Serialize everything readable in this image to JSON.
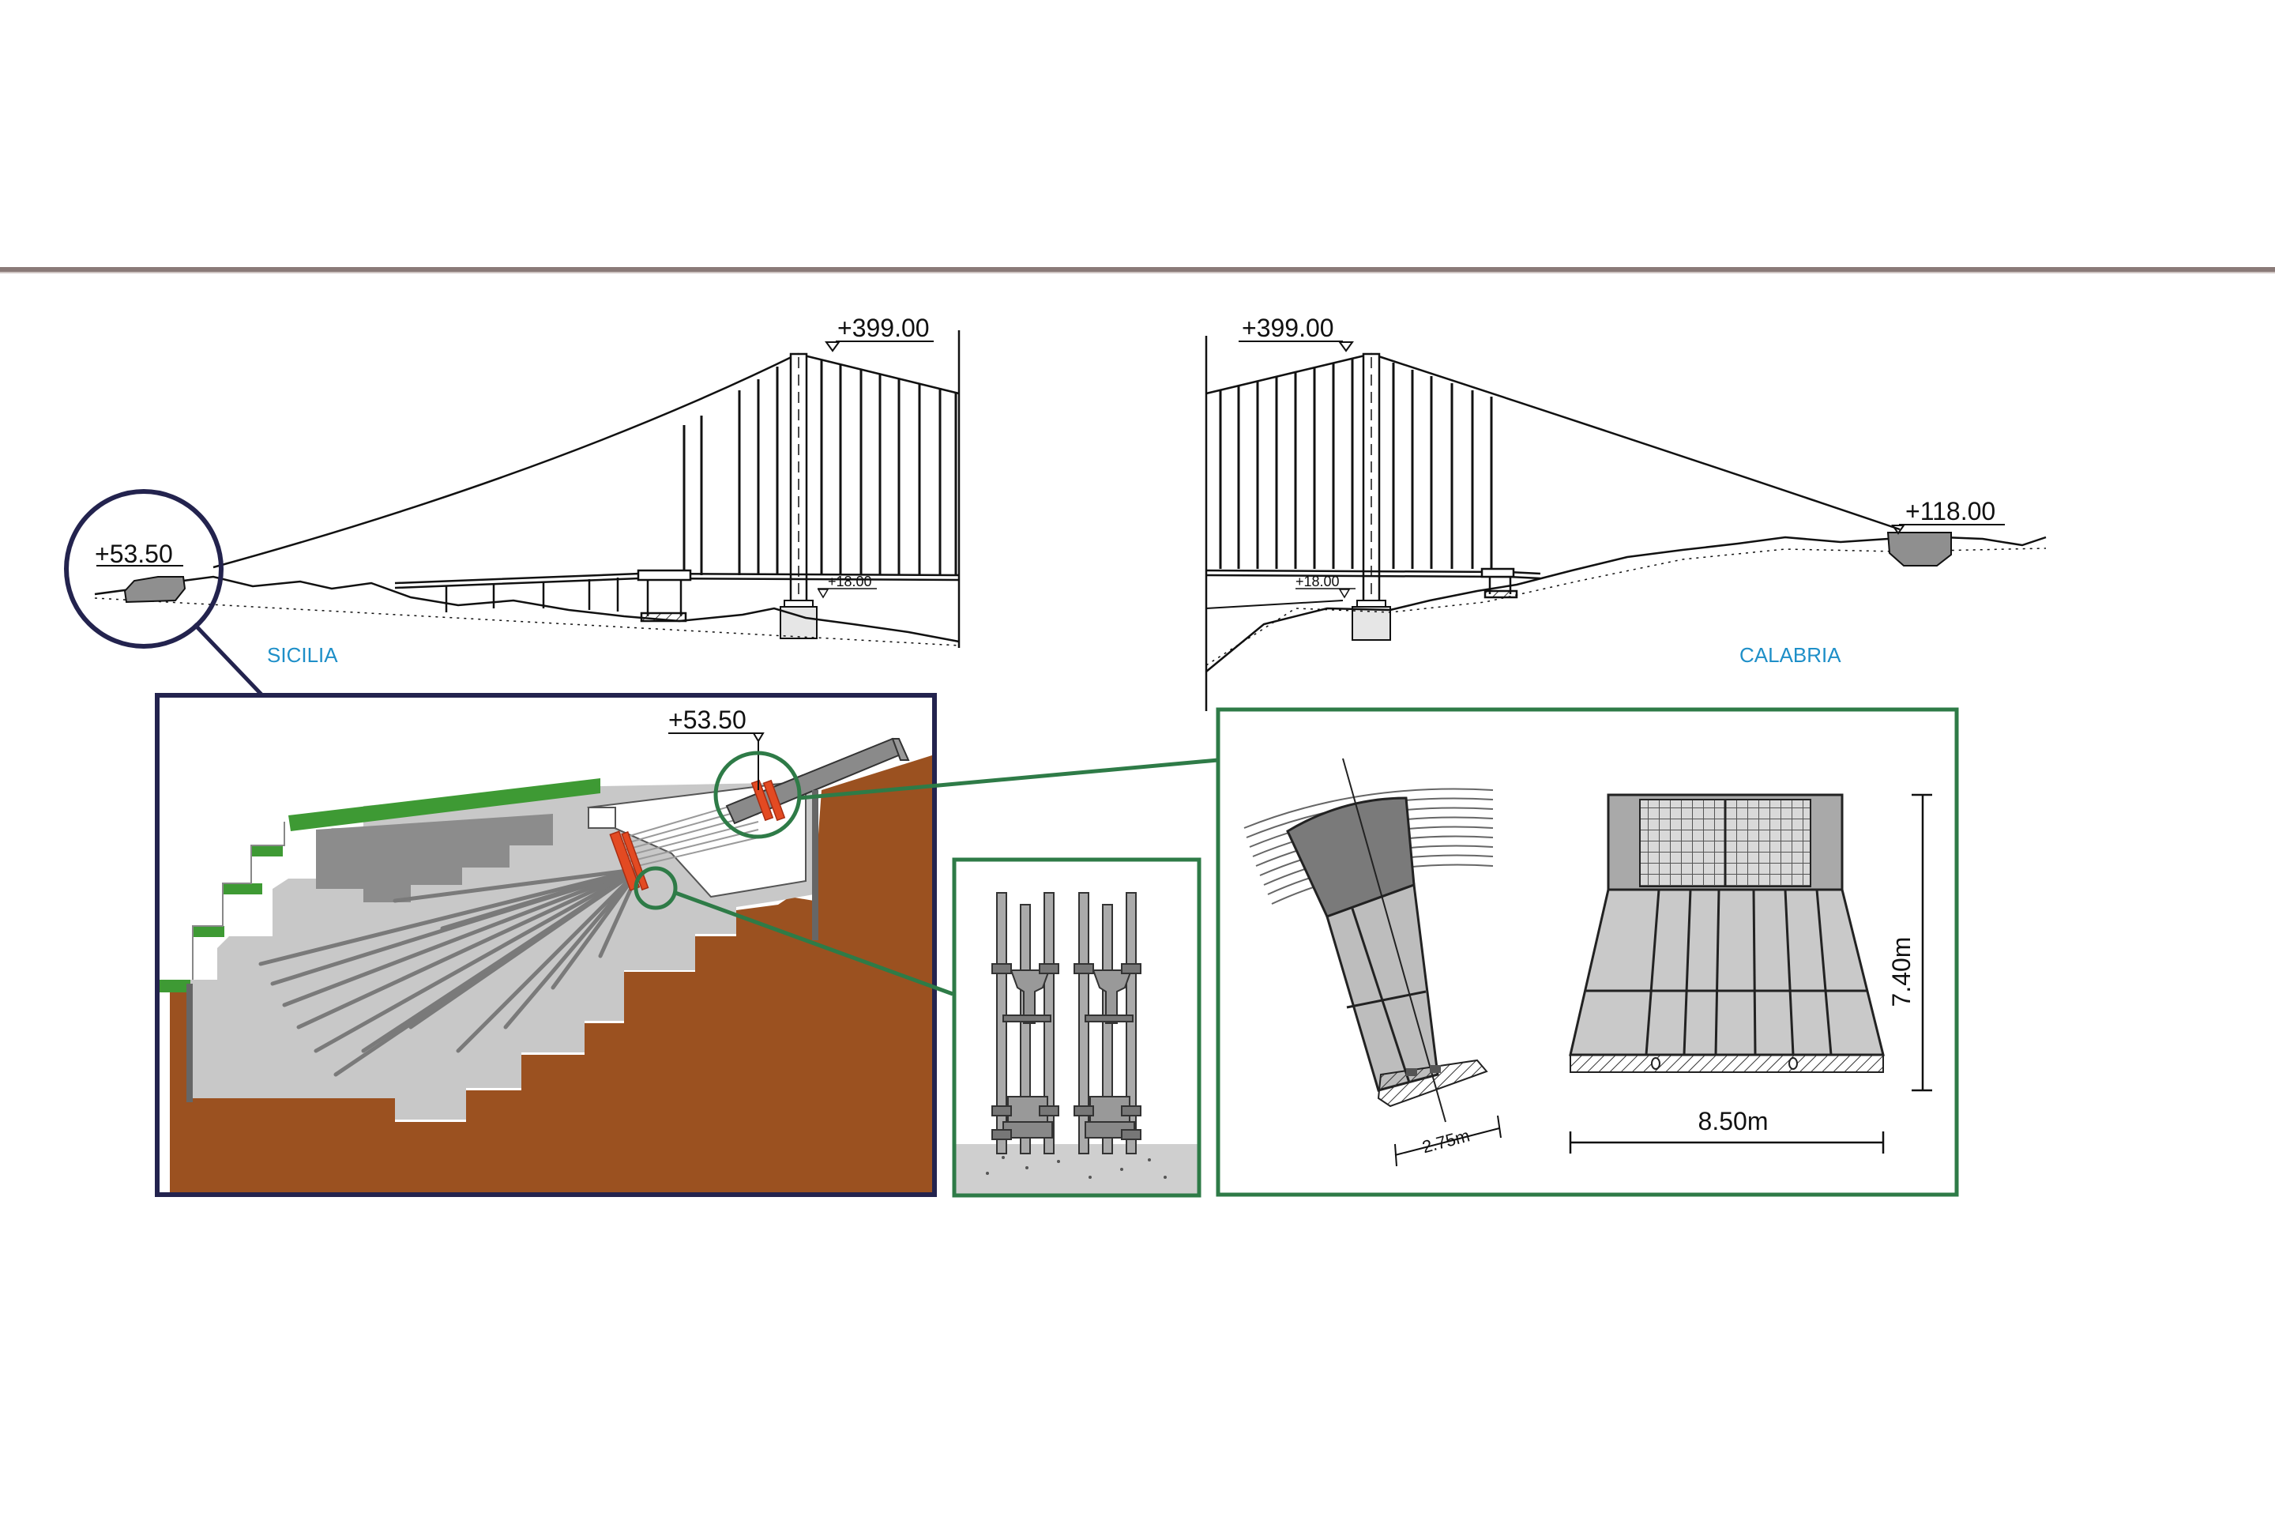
{
  "elevations": {
    "sicilia_anchor": "+53.50",
    "sicilia_tower_top": "+399.00",
    "sicilia_deck": "+18.00",
    "calabria_tower_top": "+399.00",
    "calabria_deck": "+18.00",
    "calabria_anchor": "+118.00",
    "detail_anchor": "+53.50"
  },
  "regions": {
    "left": "SICILIA",
    "right": "CALABRIA"
  },
  "dimensions": {
    "saddle_width": "2.75m",
    "anchor_height": "7.40m",
    "anchor_width": "8.50m"
  },
  "colors": {
    "region_label": "#1e8fc8",
    "anchor_frame": "#23234e",
    "detail_frame": "#2e7b47",
    "soil": "#9b5120",
    "concrete": "#c8c8c8",
    "grass": "#3e9a34",
    "cable_red": "#e34a22",
    "separator": "#8a7a78"
  }
}
